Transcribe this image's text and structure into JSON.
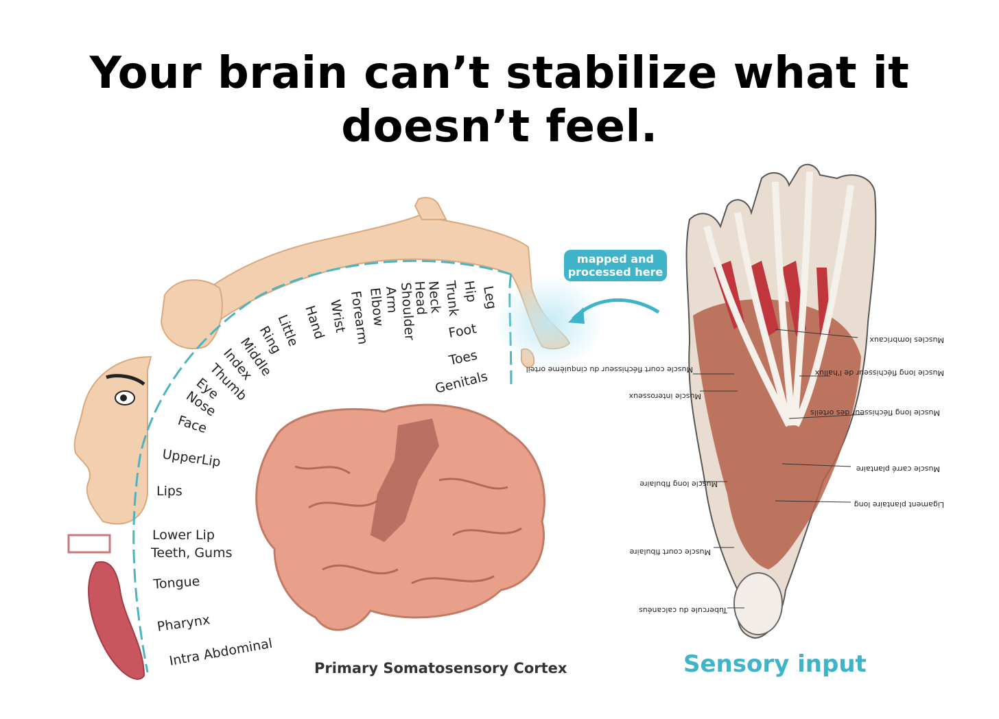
{
  "title": {
    "line1": "Your brain can’t stabilize what it",
    "line2": "doesn’t feel."
  },
  "bubble": {
    "line1": "mapped and",
    "line2": "processed here"
  },
  "cortex_caption": "Primary Somatosensory Cortex",
  "sensory_caption": "Sensory input",
  "colors": {
    "accent": "#3fb3c8",
    "brain": "#e8a08a",
    "skin": "#f1cfaf"
  },
  "homunculus_labels": [
    "Leg",
    "Hip",
    "Trunk",
    "Neck",
    "Head",
    "Shoulder",
    "Arm",
    "Elbow",
    "Forearm",
    "Wrist",
    "Hand",
    "Little",
    "Ring",
    "Middle",
    "Index",
    "Thumb",
    "Eye",
    "Nose",
    "Face",
    "UpperLip",
    "Lips",
    "Lower Lip",
    "Teeth, Gums",
    "Tongue",
    "Pharynx",
    "Intra Abdominal",
    "Foot",
    "Toes",
    "Genitals"
  ],
  "foot_labels": [
    "Muscles lombricaux",
    "Muscle long fléchisseur de l'hallux",
    "Muscle long fléchisseur des orteils",
    "Muscle carré plantaire",
    "Ligament plantaire long",
    "Muscle court fléchisseur du cinquième orteil",
    "Muscle interosseux",
    "Muscle long fibulaire",
    "Muscle court fibulaire",
    "Tubercule du calcanéus"
  ]
}
